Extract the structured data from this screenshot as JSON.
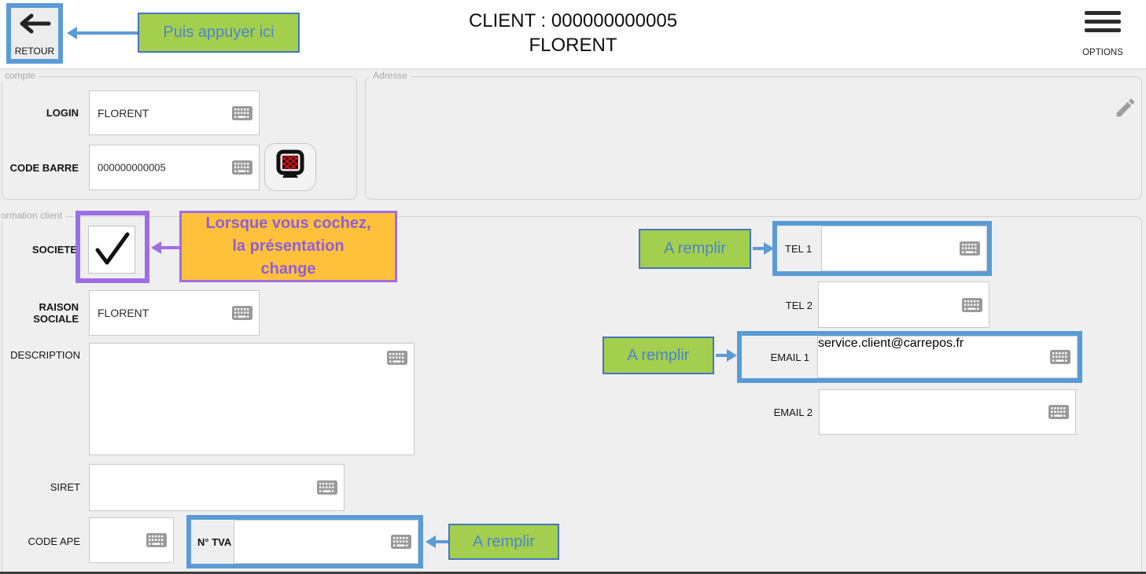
{
  "colors": {
    "highlight_blue": "#5B9BD5",
    "callout_green": "#A4CE4E",
    "callout_text_blue": "#4A86C8",
    "highlight_purple": "#9D6EE3",
    "note_orange": "#FFC13C",
    "note_text_purple": "#8F5FD6"
  },
  "header": {
    "back_button_label": "RETOUR",
    "title_line1": "CLIENT : 000000000005",
    "title_line2": "FLORENT",
    "options_label": "OPTIONS"
  },
  "annotations": {
    "press_here": "Puis appuyer ici",
    "checkbox_note": "Lorsque vous cochez,\nla présentation\nchange",
    "fill_tel1": "A remplir",
    "fill_email1": "A remplir",
    "fill_tva": "A remplir"
  },
  "compte": {
    "legend": "compte",
    "login_label": "LOGIN",
    "login_value": "FLORENT",
    "code_barre_label": "CODE BARRE",
    "code_barre_value": "000000000005"
  },
  "adresse": {
    "legend": "Adresse",
    "value": ""
  },
  "information_client": {
    "legend": "ormation client",
    "societe_label": "SOCIETE",
    "societe_checked": true,
    "raison_sociale_label": "RAISON SOCIALE",
    "raison_sociale_value": "FLORENT",
    "description_label": "DESCRIPTION",
    "description_value": "",
    "siret_label": "SIRET",
    "siret_value": "",
    "code_ape_label": "CODE APE",
    "code_ape_value": "",
    "tva_label": "N° TVA",
    "tva_value": "",
    "tel1_label": "TEL 1",
    "tel1_value": "",
    "tel2_label": "TEL 2",
    "tel2_value": "",
    "email1_label": "EMAIL 1",
    "email1_value": "service.client@carrepos.fr",
    "email2_label": "EMAIL 2",
    "email2_value": ""
  }
}
